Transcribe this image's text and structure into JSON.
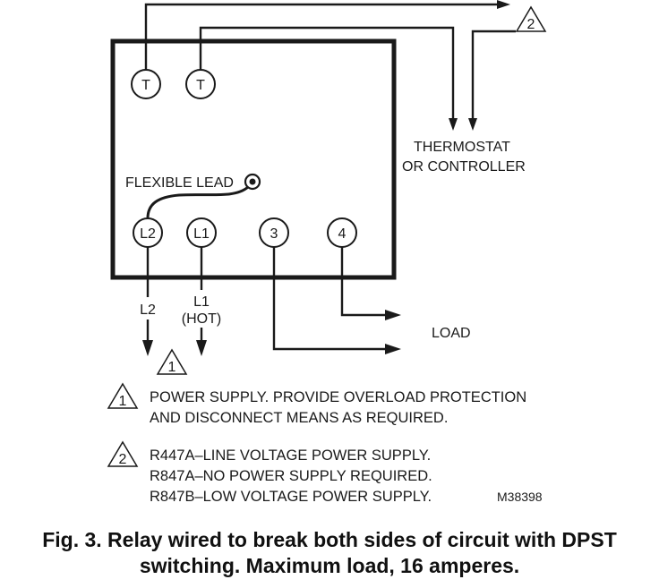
{
  "terminals": {
    "t1": "T",
    "t2": "T",
    "l2": "L2",
    "l1": "L1",
    "n3": "3",
    "n4": "4"
  },
  "labels": {
    "flexible_lead": "FLEXIBLE LEAD",
    "thermostat_line1": "THERMOSTAT",
    "thermostat_line2": "OR CONTROLLER",
    "load": "LOAD",
    "wire_l2": "L2",
    "wire_l1": "L1",
    "wire_l1_hot": "(HOT)"
  },
  "markers": {
    "top": "2",
    "supply": "1"
  },
  "notes": [
    {
      "marker": "1",
      "lines": [
        "POWER SUPPLY.  PROVIDE OVERLOAD PROTECTION",
        "AND DISCONNECT MEANS AS REQUIRED."
      ]
    },
    {
      "marker": "2",
      "lines": [
        "R447A–LINE VOLTAGE POWER SUPPLY.",
        "R847A–NO POWER SUPPLY REQUIRED.",
        "R847B–LOW VOLTAGE POWER SUPPLY."
      ]
    }
  ],
  "figure_code": "M38398",
  "caption": {
    "line1": "Fig. 3. Relay wired to break both sides of circuit with DPST",
    "line2": "switching. Maximum load, 16 amperes."
  }
}
